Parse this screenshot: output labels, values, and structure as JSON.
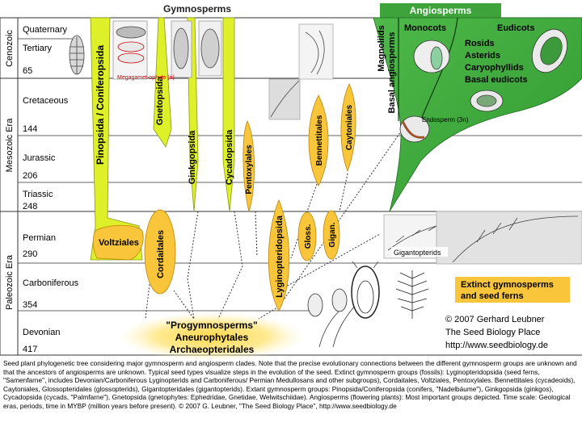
{
  "headers": {
    "gymnosperms": "Gymnosperms",
    "angiosperms": "Angiosperms"
  },
  "eras": {
    "cenozoic": "Cenozoic",
    "mesozoic": "Mesozoic Era",
    "paleozoic": "Paleozoic Era"
  },
  "periods": [
    {
      "name": "Quaternary",
      "mya": ""
    },
    {
      "name": "Tertiary",
      "mya": "65"
    },
    {
      "name": "Cretaceous",
      "mya": "144"
    },
    {
      "name": "Jurassic",
      "mya": "206"
    },
    {
      "name": "Triassic",
      "mya": "248"
    },
    {
      "name": "Permian",
      "mya": "290"
    },
    {
      "name": "Carboniferous",
      "mya": "354"
    },
    {
      "name": "Devonian",
      "mya": "417"
    }
  ],
  "lineages": {
    "pinopsida": "Pinopsida / Coniferopsida",
    "gnetopsida": "Gnetopsida",
    "ginkgopsida": "Ginkgopsida",
    "cycadopsida": "Cycadopsida",
    "pentoxylales": "Pentoxylales",
    "bennettitales": "Bennettitales",
    "caytoniales": "Caytoniales",
    "voltziales": "Voltziales",
    "cordaitales": "Cordaitales",
    "lyginopteridopsida": "Lyginopteridopsida",
    "gloss": "Gloss.",
    "gigan": "Gigan."
  },
  "angiosperm_groups": {
    "magnoliids": "Magnoliids",
    "basal_angiosperms": "Basal angiosperms",
    "monocots": "Monocots",
    "eudicots": "Eudicots",
    "rosids": "Rosids",
    "asterids": "Asterids",
    "caryophyllids": "Caryophyllids",
    "basal_eudicots": "Basal eudicots"
  },
  "image_labels": {
    "megagametophyte": "Megagamet-ophyte (n)",
    "endosperm": "Endosperm (3n)",
    "gigantopterids": "Gigantopterids"
  },
  "progymnosperms": {
    "line1": "\"Progymnosperms\"",
    "line2": "Aneurophytales",
    "line3": "Archaeopteridales"
  },
  "legend": {
    "extinct_line1": "Extinct gymnosperms",
    "extinct_line2": "and seed ferns"
  },
  "credits": {
    "line1": "© 2007 Gerhard Leubner",
    "line2": "The Seed Biology Place",
    "line3": "http://www.seedbiology.de"
  },
  "caption": "Seed plant phylogenetic tree considering major gymnosperm and angiosperm clades. Note that the precise evolutionary connections between the different gymnosperm groups are unknown and that the ancestors of angiosperms are unknown. Typical seed types visualize steps in the evolution of the seed. Extinct gymnosperm groups (fossils): Lyginopteridopsida (seed ferns, \"Samenfarne\", includes Devonian/Carboniferous Lyginopterids and Carboniferous/ Permian Medullosans and other subgroups), Cordaitales, Voltziales, Pentoxylales. Bennettitales (cycadeoids), Caytoniales, Glossopteridales (glossopterids), Gigantopteridales (gigantopterids). Extant gymnosperm groups: Pinopsida/Coniferopsida (conifers, \"Nadelbäume\"), Ginkgopsida (ginkgos), Cycadopsida (cycads, \"Palmfarne\"), Gnetopsida (gnetophytes: Ephedridae, Gnetidae, Welwitschiidae). Angiosperms (flowering plants): Most important groups depicted. Time scale: Geological eras, periods, time in MYBP (million years before present). © 2007 G. Leubner, \"The Seed Biology Place\", http://www.seedbiology.de",
  "colors": {
    "extant_gymnosperm": "#ddf02a",
    "extinct": "#f9c53a",
    "angiosperm": "#3ea33a",
    "glow": "#ffdd55"
  }
}
